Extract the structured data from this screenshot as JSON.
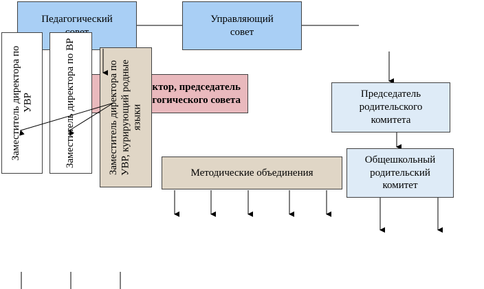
{
  "diagram": {
    "ped_council": "Педагогический совет",
    "mgmt_council": "Управляющий совет",
    "chair_ped_council": "Директор, председатель педагогического совета",
    "deputy_uvr": "Заместитель директора по УВР",
    "deputy_vr": "Заместитель директора по ВР",
    "deputy_uvr_langs": "Заместитель директора по УВР, курирующий родные языки",
    "methodical_assoc": "Методические объединения",
    "parent_comm_chair": "Председатель родительского комитета",
    "school_parent_comm": "Общешкольный родительский комитет"
  },
  "colors": {
    "blue": "#a9cff5",
    "light_blue": "#deebf7",
    "pink": "#e9b9bd",
    "beige": "#e0d6c6"
  }
}
